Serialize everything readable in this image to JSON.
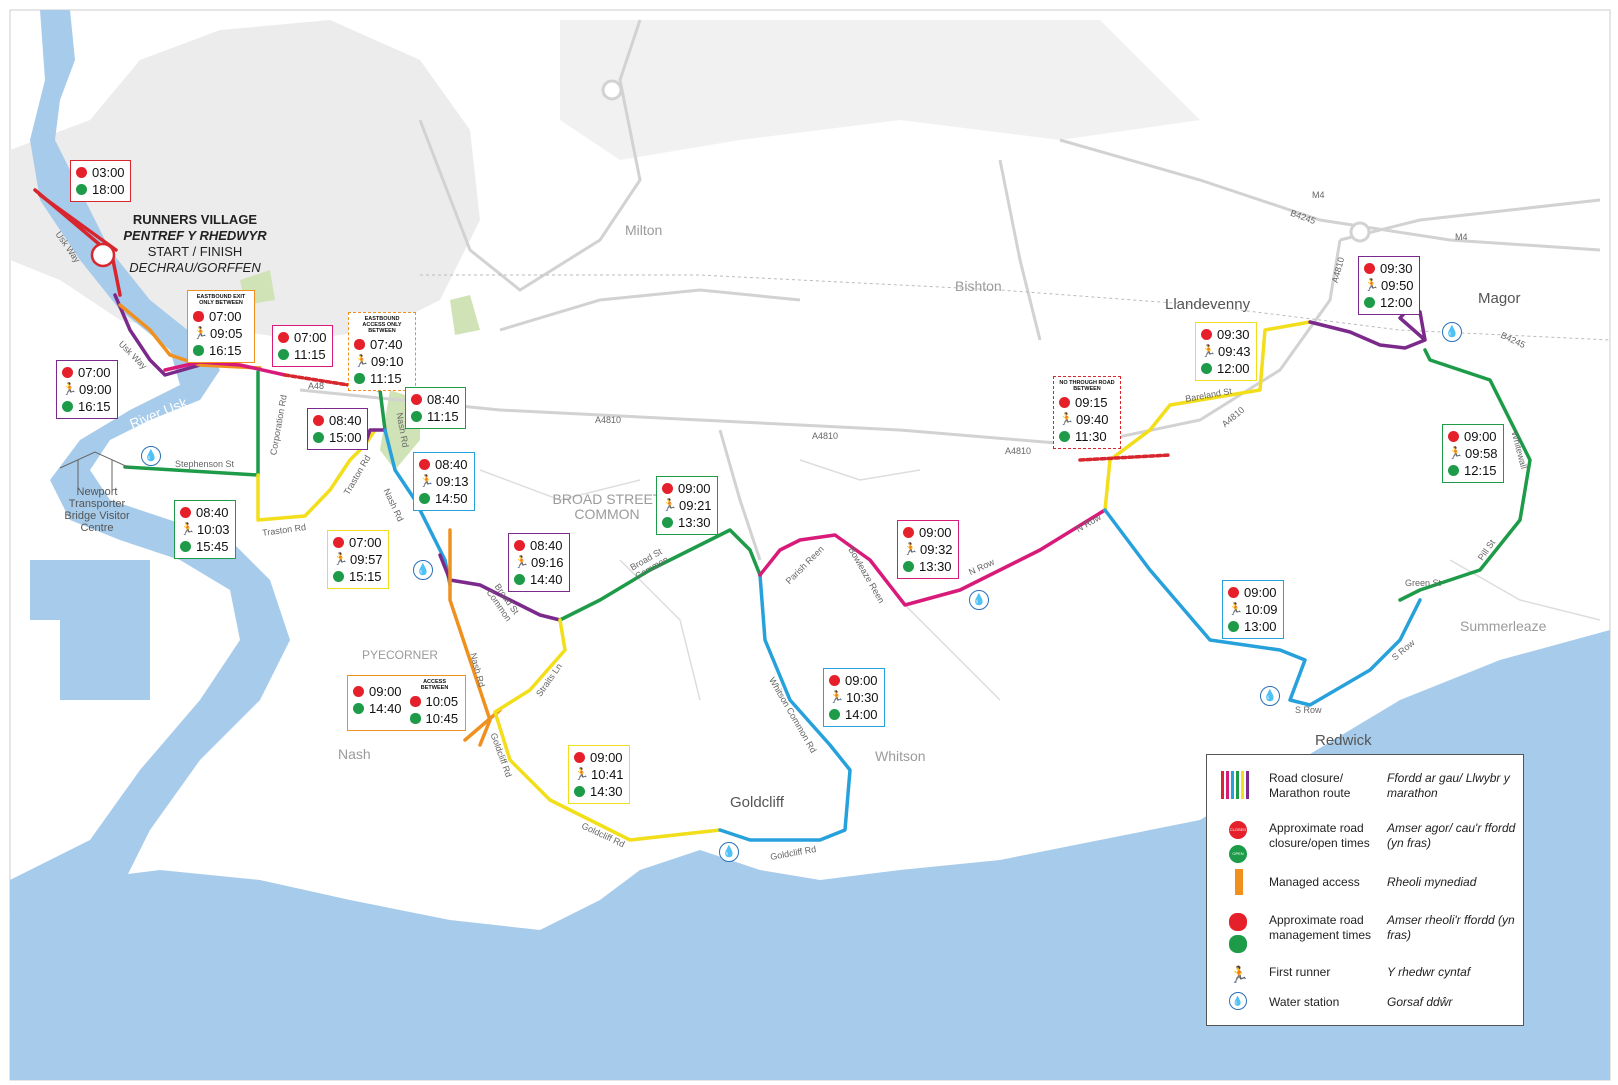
{
  "places": {
    "milton": "Milton",
    "bishton": "Bishton",
    "llandevenny": "Llandevenny",
    "magor": "Magor",
    "broad_street_common": "BROAD STREET COMMON",
    "pyecorner": "PYECORNER",
    "nash": "Nash",
    "whitson": "Whitson",
    "goldcliff": "Goldcliff",
    "redwick": "Redwick",
    "summerleaze": "Summerleaze",
    "river_usk": "River Usk",
    "bridge_centre": "Newport Transporter Bridge Visitor Centre"
  },
  "runners_village": {
    "line1": "RUNNERS VILLAGE",
    "line2": "PENTREF Y RHEDWYR",
    "line3": "START / FINISH",
    "line4": "DECHRAU/GORFFEN"
  },
  "roads": {
    "usk_way_1": "Usk Way",
    "usk_way_2": "Usk Way",
    "a48": "A48",
    "corporation_rd": "Corporation Rd",
    "stephenson_st": "Stephenson St",
    "traston_rd": "Traston Rd",
    "traston_rd2": "Traston Rd",
    "nash_rd": "Nash Rd",
    "nash_rd2": "Nash Rd",
    "nash_rd3": "Nash Rd",
    "broad_st_common": "Broad St Common",
    "broad_st_common2": "Broad St Common",
    "straits_ln": "Straits Ln",
    "goldcliff_rd": "Goldcliff Rd",
    "goldcliff_rd2": "Goldcliff Rd",
    "goldcliff_rd3": "Goldcliff Rd",
    "whitson_common_rd": "Whitson Common Rd",
    "parish_reen": "Parish Reen",
    "bowleaze_reen": "Bowleaze Reen",
    "n_row": "N Row",
    "n_row2": "N Row",
    "a4810_1": "A4810",
    "a4810_2": "A4810",
    "a4810_3": "A4810",
    "a4810_4": "A4810",
    "a4810_5": "A4810",
    "bareland_st": "Bareland St",
    "whitewall": "Whitewall",
    "pill_st": "Pill St",
    "green_st": "Green St",
    "s_row": "S Row",
    "s_row2": "S Row",
    "m4": "M4",
    "m4b": "M4",
    "b4245": "B4245",
    "b4245b": "B4245"
  },
  "boxes": [
    {
      "id": "b1",
      "color": "#d7262e",
      "caption": "",
      "close": "03:00",
      "runner": "",
      "open": "18:00"
    },
    {
      "id": "b2",
      "color": "#f0901e",
      "caption": "EASTBOUND EXIT ONLY BETWEEN",
      "mclose": "07:00",
      "runner": "09:05",
      "mopen": "16:15"
    },
    {
      "id": "b3",
      "color": "#7b2a8c",
      "caption": "",
      "close": "07:00",
      "runner": "09:00",
      "open": "16:15"
    },
    {
      "id": "b4",
      "color": "#d81b7b",
      "caption": "",
      "close": "07:00",
      "runner": "",
      "open": "11:15"
    },
    {
      "id": "b5",
      "color": "#f0901e",
      "caption": "EASTBOUND ACCESS ONLY BETWEEN",
      "mclose": "07:40",
      "runner": "09:10",
      "mopen": "11:15"
    },
    {
      "id": "b6",
      "color": "#1d9b48",
      "caption": "",
      "close": "08:40",
      "runner": "",
      "open": "11:15"
    },
    {
      "id": "b7",
      "color": "#7b2a8c",
      "caption": "",
      "close": "08:40",
      "runner": "",
      "open": "15:00"
    },
    {
      "id": "b8",
      "color": "#27a1dc",
      "caption": "",
      "close": "08:40",
      "runner": "09:13",
      "open": "14:50"
    },
    {
      "id": "b9",
      "color": "#1d9b48",
      "caption": "",
      "close": "08:40",
      "runner": "10:03",
      "open": "15:45"
    },
    {
      "id": "b10",
      "color": "#f2de1a",
      "caption": "",
      "close": "07:00",
      "runner": "09:57",
      "open": "15:15"
    },
    {
      "id": "b11",
      "color": "#7b2a8c",
      "caption": "",
      "close": "08:40",
      "runner": "09:16",
      "open": "14:40"
    },
    {
      "id": "b12",
      "color": "#1d9b48",
      "caption": "",
      "close": "09:00",
      "runner": "09:21",
      "open": "13:30"
    },
    {
      "id": "b13",
      "color": "#d81b7b",
      "caption": "",
      "close": "09:00",
      "runner": "09:32",
      "open": "13:30"
    },
    {
      "id": "b14",
      "color": "#d7262e",
      "caption": "NO THROUGH ROAD BETWEEN",
      "close": "09:15",
      "runner": "09:40",
      "open": "11:30"
    },
    {
      "id": "b15",
      "color": "#f2de1a",
      "caption": "",
      "close": "09:30",
      "runner": "09:43",
      "open": "12:00"
    },
    {
      "id": "b16",
      "color": "#7b2a8c",
      "caption": "",
      "close": "09:30",
      "runner": "09:50",
      "open": "12:00"
    },
    {
      "id": "b17",
      "color": "#1d9b48",
      "caption": "",
      "close": "09:00",
      "runner": "09:58",
      "open": "12:15"
    },
    {
      "id": "b18",
      "color": "#27a1dc",
      "caption": "",
      "close": "09:00",
      "runner": "10:09",
      "open": "13:00"
    },
    {
      "id": "b19",
      "color": "#27a1dc",
      "caption": "",
      "close": "09:00",
      "runner": "10:30",
      "open": "14:00"
    },
    {
      "id": "b20",
      "color": "#f2de1a",
      "caption": "",
      "close": "09:00",
      "runner": "10:41",
      "open": "14:30"
    },
    {
      "id": "b21",
      "color": "#f0901e",
      "caption": "ACCESS BETWEEN",
      "close": "09:00",
      "open": "14:40",
      "mclose": "10:05",
      "mopen": "10:45"
    }
  ],
  "legend": {
    "road_closure_en": "Road closure/ Marathon route",
    "road_closure_cy": "Ffordd ar gau/ Llwybr y marathon",
    "approx_road_en": "Approximate road closure/open times",
    "approx_road_cy": "Amser agor/ cau'r ffordd (yn fras)",
    "managed_en": "Managed access",
    "managed_cy": "Rheoli mynediad",
    "mgmt_en": "Approximate road management times",
    "mgmt_cy": "Amser rheoli'r ffordd (yn fras)",
    "runner_en": "First runner",
    "runner_cy": "Y rhedwr cyntaf",
    "water_en": "Water station",
    "water_cy": "Gorsaf ddŵr",
    "closed_badge": "CLOSED",
    "open_badge": "OPEN"
  },
  "colors": {
    "red": "#d7262e",
    "orange": "#f0901e",
    "purple": "#7b2a8c",
    "magenta": "#d81b7b",
    "green": "#1d9b48",
    "blue": "#27a1dc",
    "yellow": "#f2de1a",
    "water": "#a7cbea"
  }
}
